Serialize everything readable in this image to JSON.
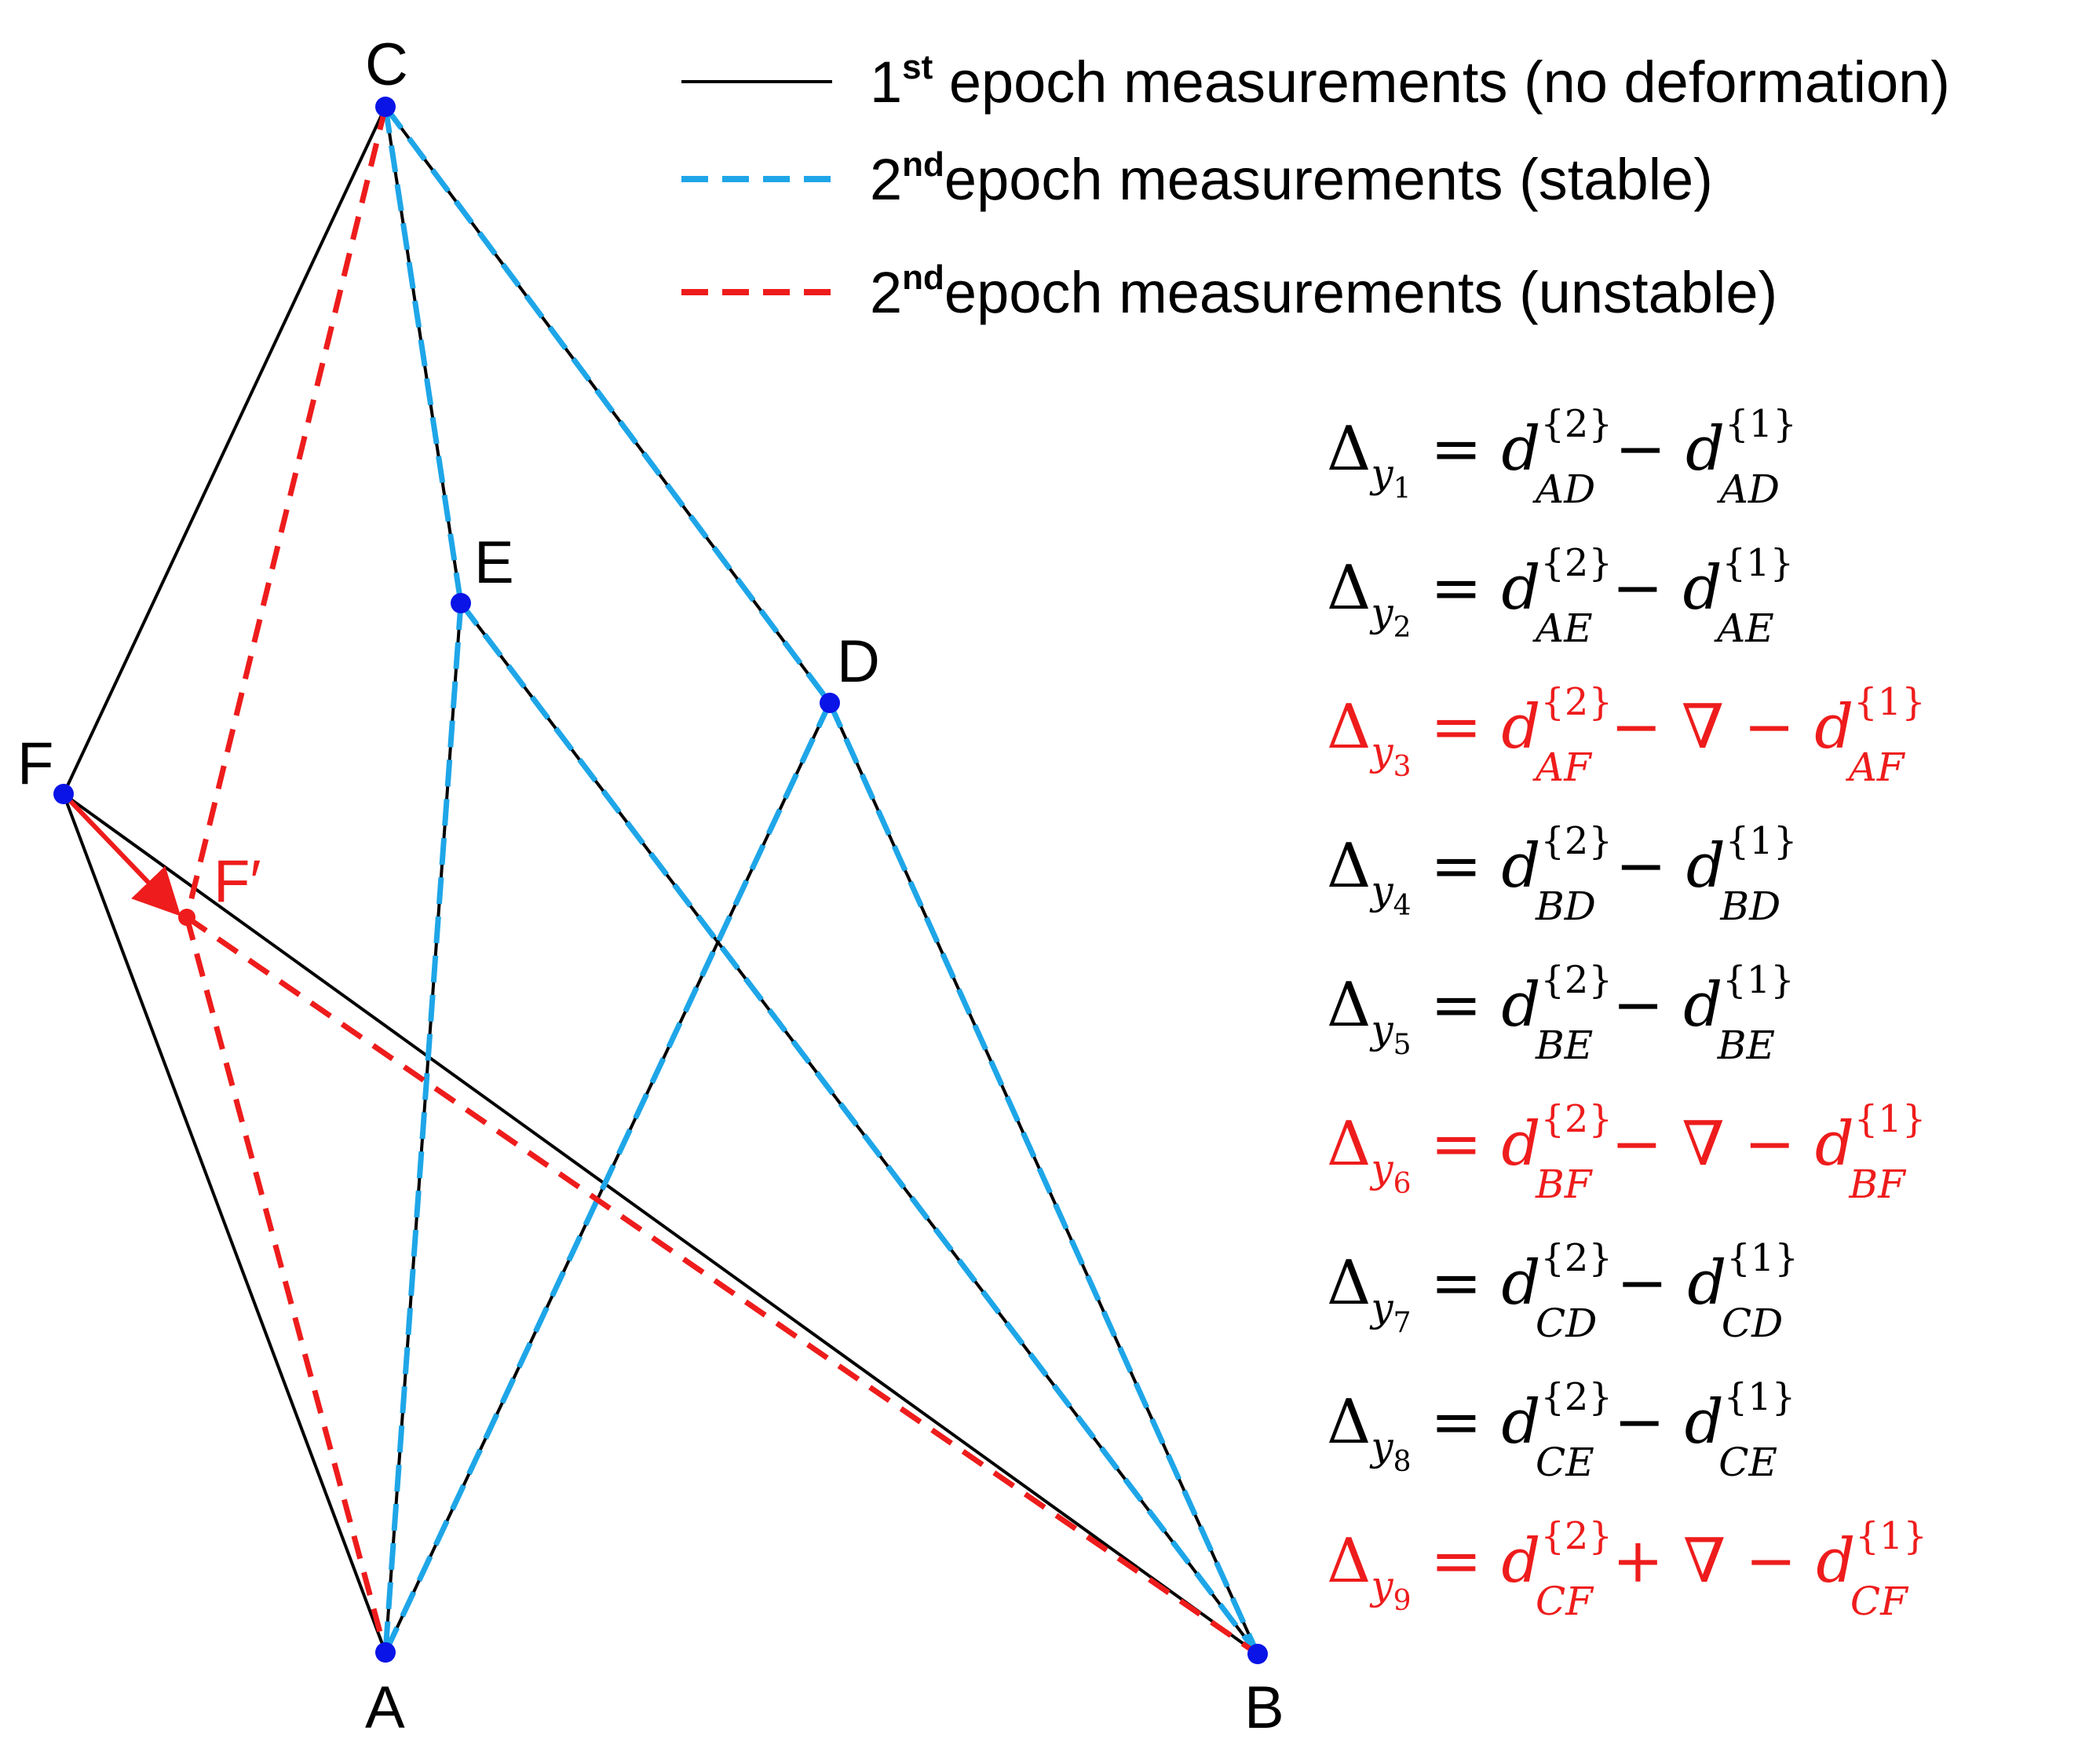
{
  "points": {
    "A": "A",
    "B": "B",
    "C": "C",
    "D": "D",
    "E": "E",
    "F": "F",
    "Fp": "F′"
  },
  "legend": [
    {
      "sup": "st",
      "prefix": "1",
      "text": " epoch measurements (no deformation)",
      "style": "solid",
      "color": "#000000"
    },
    {
      "sup": "nd",
      "prefix": "2",
      "text": "epoch measurements (stable)",
      "style": "dashed",
      "color": "#1ea6e8"
    },
    {
      "sup": "nd",
      "prefix": "2",
      "text": "epoch measurements (unstable)",
      "style": "dashed",
      "color": "#ee1c1c"
    }
  ],
  "equations": [
    {
      "idx": "1",
      "pair": "AD",
      "mid": "",
      "color": "#000000"
    },
    {
      "idx": "2",
      "pair": "AE",
      "mid": "",
      "color": "#000000"
    },
    {
      "idx": "3",
      "pair": "AF",
      "mid": " − ∇",
      "color": "#ee1c1c"
    },
    {
      "idx": "4",
      "pair": "BD",
      "mid": "",
      "color": "#000000"
    },
    {
      "idx": "5",
      "pair": "BE",
      "mid": "",
      "color": "#000000"
    },
    {
      "idx": "6",
      "pair": "BF",
      "mid": " − ∇",
      "color": "#ee1c1c"
    },
    {
      "idx": "7",
      "pair": "CD",
      "mid": "",
      "color": "#000000"
    },
    {
      "idx": "8",
      "pair": "CE",
      "mid": "",
      "color": "#000000"
    },
    {
      "idx": "9",
      "pair": "CF",
      "mid": " + ∇",
      "color": "#ee1c1c"
    }
  ],
  "symbols": {
    "delta": "Δ",
    "y": "y",
    "equals": " = ",
    "d": "d",
    "minus": " − ",
    "sup2": "{2}",
    "sup1": "{1}"
  },
  "colors": {
    "point": "#0a14e6",
    "first_epoch": "#000000",
    "stable": "#1ea6e8",
    "unstable": "#ee1c1c"
  }
}
